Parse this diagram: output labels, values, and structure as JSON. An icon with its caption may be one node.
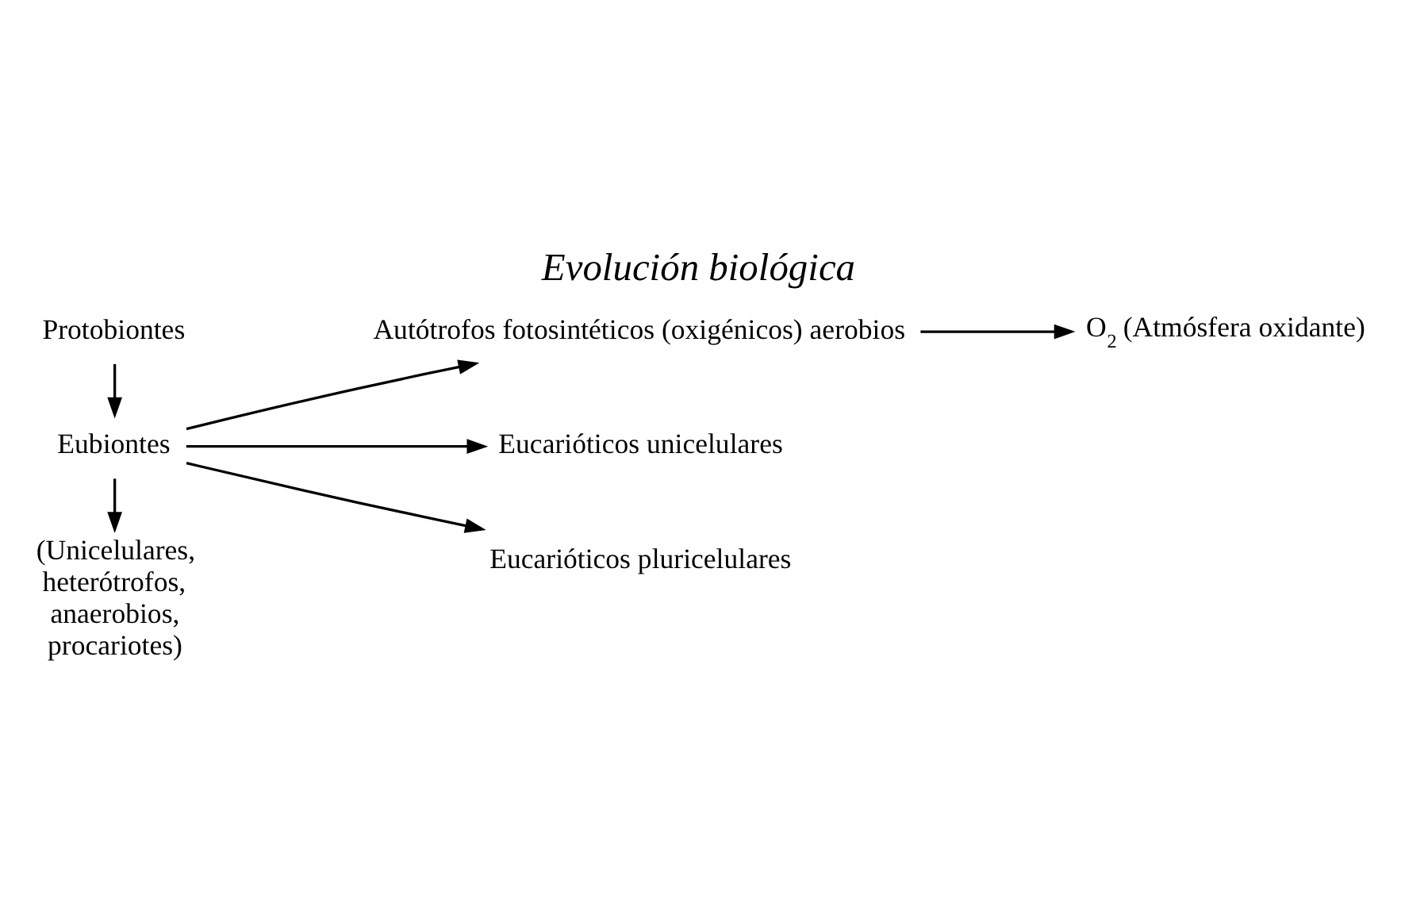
{
  "diagram": {
    "title": "Evolución biológica",
    "nodes": [
      {
        "text": [
          "Protobiontes"
        ]
      },
      {
        "text": [
          "Eubiontes"
        ]
      },
      {
        "text": [
          "(Unicelulares, heterótrofos, anaerobios, procariotes)"
        ]
      },
      {
        "text": [
          "Autótrofos fotosintéticos (oxigénicos) aerobios"
        ]
      },
      {
        "text": [
          "O$_{2}$ (Atmósfera oxidante)"
        ]
      },
      {
        "text": [
          "Eucarióticos unicelulares"
        ]
      },
      {
        "text": [
          "Eucarióticos pluricelulares"
        ]
      }
    ],
    "edges": [
      {
        "from": 0,
        "to": 1,
        "arrow": "to"
      },
      {
        "from": 1,
        "to": 2,
        "arrow": "to"
      },
      {
        "from": 1,
        "to": 3,
        "arrow": "to"
      },
      {
        "from": 1,
        "to": 5,
        "arrow": "to"
      },
      {
        "from": 1,
        "to": 6,
        "arrow": "to"
      },
      {
        "from": 3,
        "to": 4,
        "arrow": "to"
      }
    ]
  }
}
